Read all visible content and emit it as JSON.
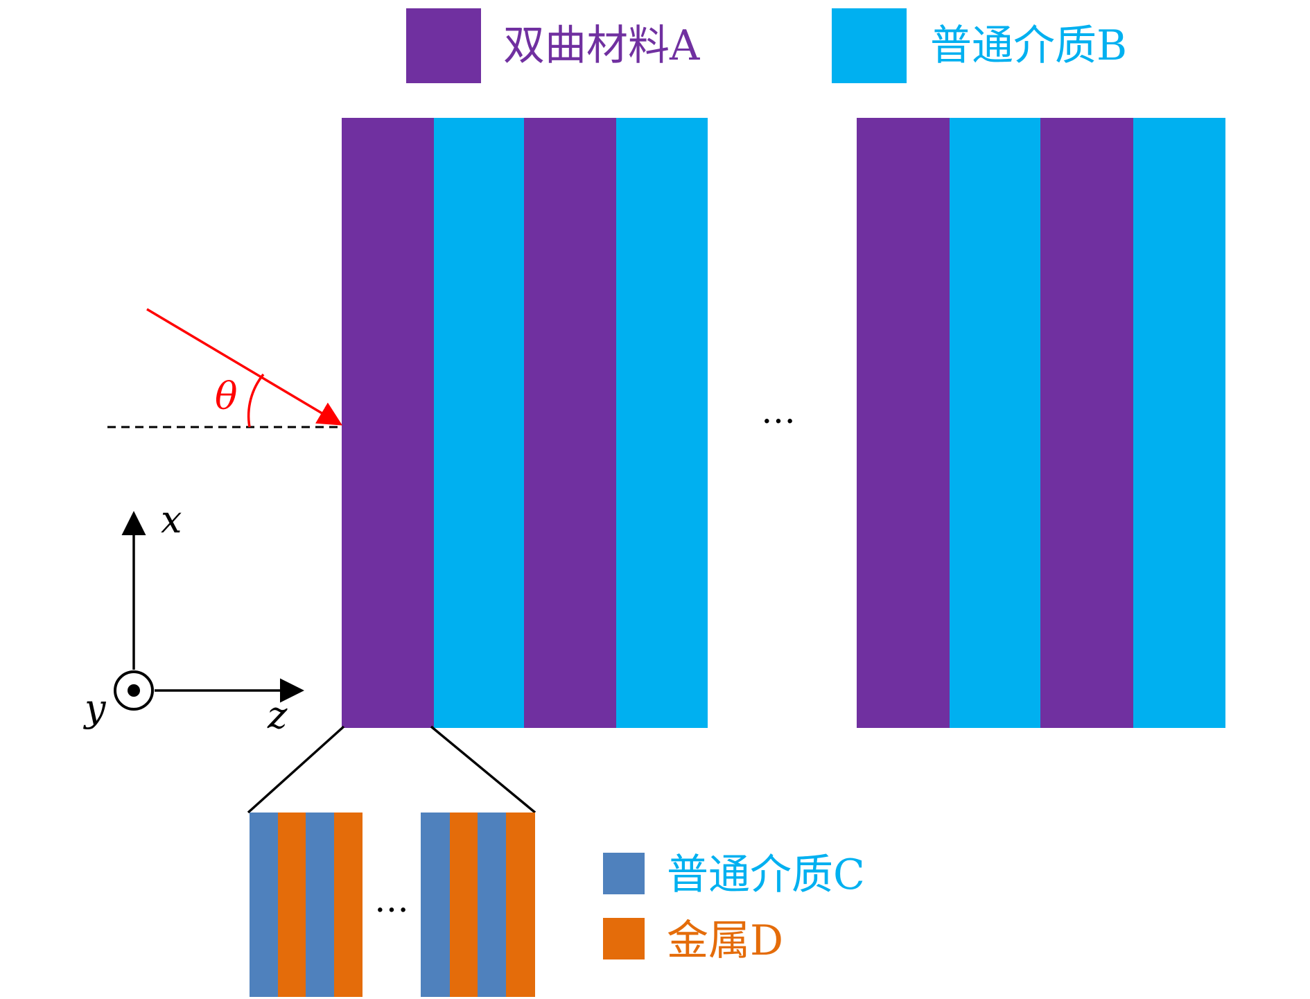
{
  "colors": {
    "hyperbolic_A": "#7030A0",
    "dielectric_B": "#00B0F0",
    "dielectric_C": "#4F81BD",
    "metal_D": "#E46C0A",
    "incident_ray": "#FF0000",
    "axes": "#000000"
  },
  "legend_top": {
    "material_A": {
      "label": "双曲材料A"
    },
    "material_B": {
      "label": "普通介质B"
    }
  },
  "legend_bottom": {
    "material_C": {
      "label": "普通介质C"
    },
    "material_D": {
      "label": "金属D"
    }
  },
  "multilayer": {
    "layer_sequence_left": [
      "A",
      "B",
      "A",
      "B"
    ],
    "layer_sequence_right": [
      "A",
      "B",
      "A",
      "B"
    ],
    "ellipsis": "…"
  },
  "zoom_inset": {
    "layer_sequence_left": [
      "C",
      "D",
      "C",
      "D"
    ],
    "layer_sequence_right": [
      "C",
      "D",
      "C",
      "D"
    ],
    "ellipsis": "…"
  },
  "incidence": {
    "angle_symbol": "θ"
  },
  "axes": {
    "x_label": "x",
    "y_label": "y",
    "z_label": "z",
    "icons": [
      "arrow-up-icon",
      "arrow-right-icon",
      "out-of-page-dot-icon"
    ]
  }
}
